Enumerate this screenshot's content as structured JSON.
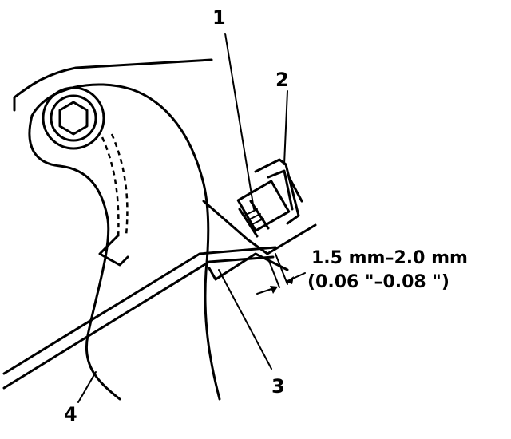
{
  "callouts": [
    {
      "id": "1",
      "label": "1"
    },
    {
      "id": "2",
      "label": "2"
    },
    {
      "id": "3",
      "label": "3"
    },
    {
      "id": "4",
      "label": "4"
    }
  ],
  "dimension": {
    "metric": "1.5 mm–2.0 mm",
    "imperial": "(0.06 \"–0.08 \")"
  }
}
